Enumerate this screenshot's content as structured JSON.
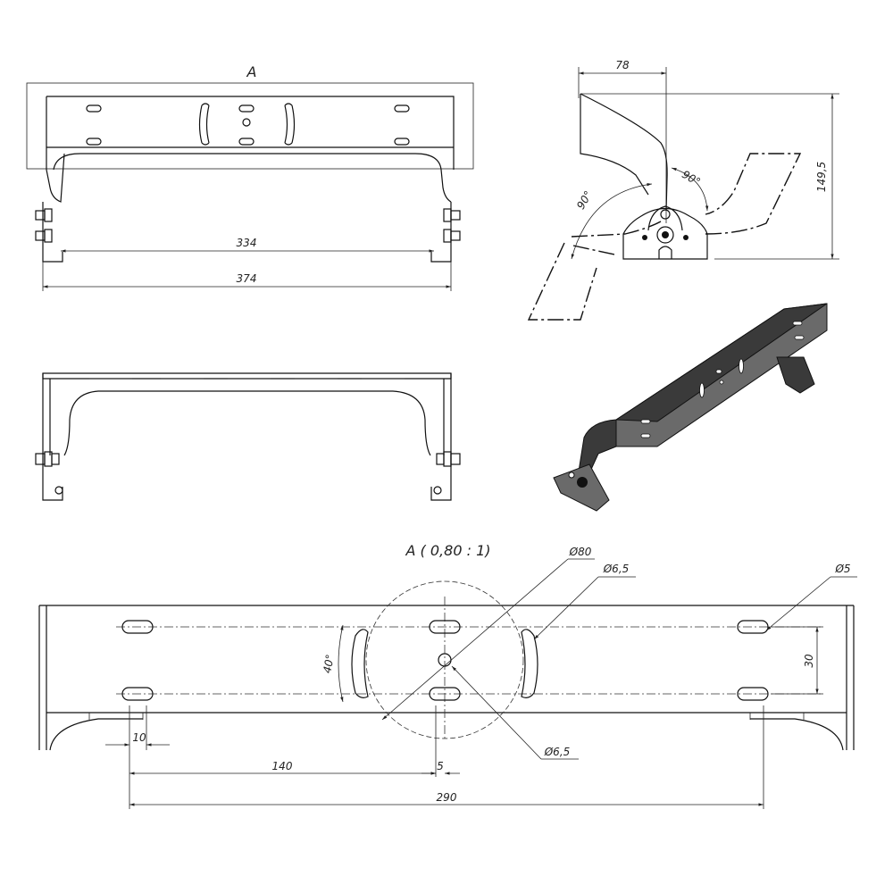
{
  "view_a_label": "A",
  "detail_label": "A ( 0,80 : 1)",
  "front_view": {
    "dim_inner": "334",
    "dim_outer": "374"
  },
  "side_view": {
    "dim_top": "78",
    "dim_height": "149,5",
    "angle_left": "90°",
    "angle_right": "90°"
  },
  "detail_view": {
    "dia_circle": "Ø80",
    "dia_hole_top": "Ø6,5",
    "dia_hole_bottom": "Ø6,5",
    "dia_slot": "Ø5",
    "dim_spacing": "30",
    "angle": "40°",
    "dim_10": "10",
    "dim_140": "140",
    "dim_5": "5",
    "dim_290": "290"
  }
}
